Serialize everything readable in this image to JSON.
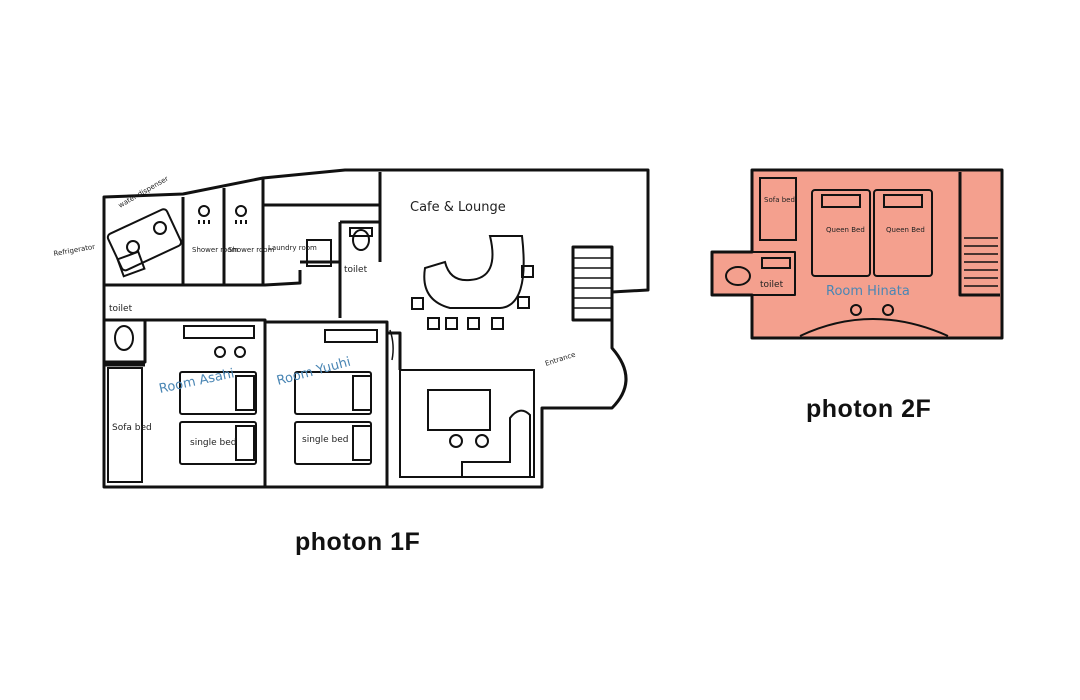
{
  "floor1": {
    "caption": "photon 1F",
    "labels": {
      "water_dispenser": "water dispenser",
      "refrigerator": "Refrigerator",
      "shower_room_1": "Shower room",
      "shower_room_2": "Shower room",
      "laundry_room": "Laundry room",
      "toilet_1": "toilet",
      "toilet_2": "toilet",
      "cafe_lounge": "Cafe & Lounge",
      "entrance": "Entrance",
      "sofa_bed": "Sofa bed",
      "room_asahi": "Room Asahi",
      "room_yuuhi": "Room Yuuhi",
      "single_bed_1": "single bed",
      "single_bed_2": "single bed"
    }
  },
  "floor2": {
    "caption": "photon 2F",
    "fill_color": "#f4a08e",
    "labels": {
      "sofa_bed": "Sofa bed",
      "queen_bed_1": "Queen Bed",
      "queen_bed_2": "Queen Bed",
      "toilet": "toilet",
      "room_hinata": "Room Hinata"
    }
  }
}
